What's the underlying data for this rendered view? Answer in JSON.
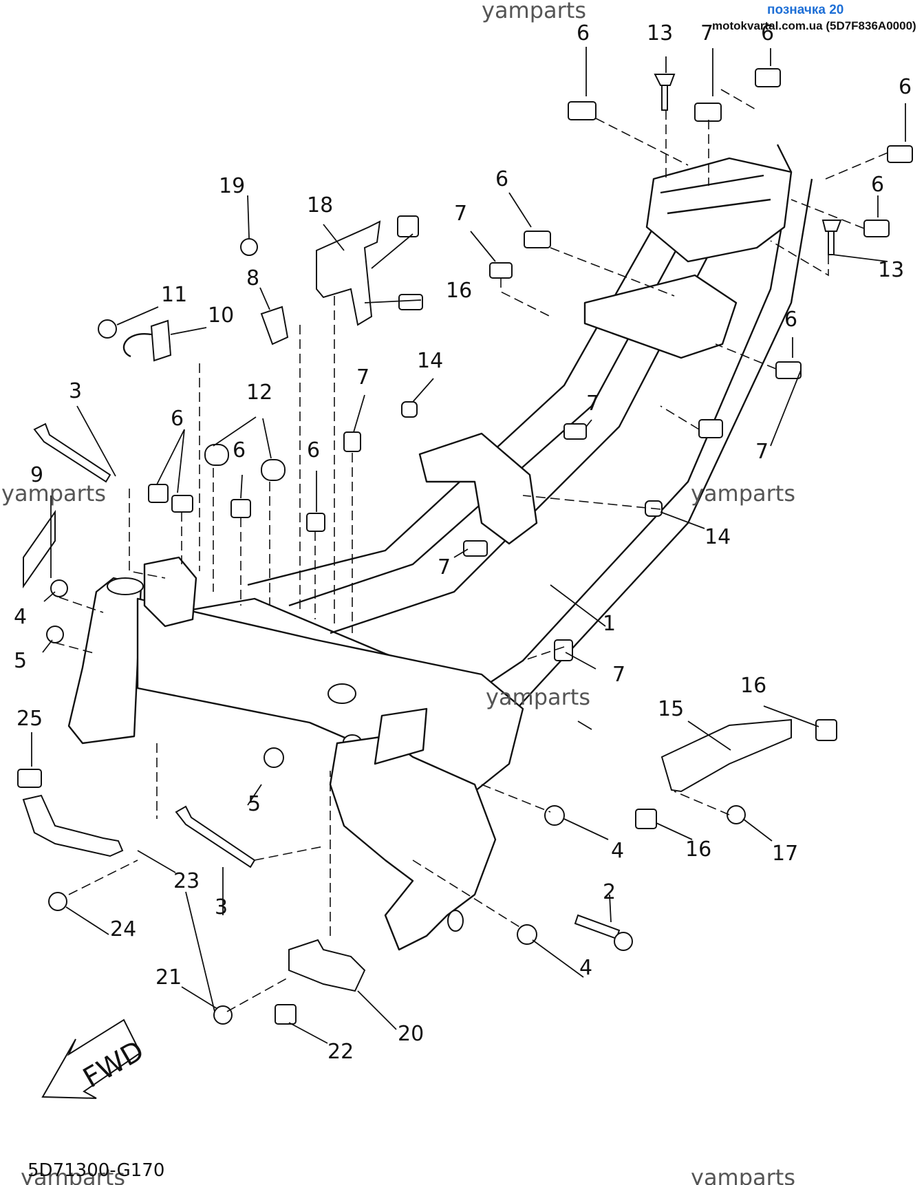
{
  "header": {
    "label": "позначка 20",
    "site": "motokvartal.com.ua (5D7F836A0000)"
  },
  "watermark": "yamparts",
  "part_code": "5D71300-G170",
  "fwd_arrow": "FWD",
  "callouts": [
    "1",
    "2",
    "3",
    "3",
    "4",
    "4",
    "4",
    "5",
    "5",
    "6",
    "6",
    "6",
    "6",
    "6",
    "6",
    "6",
    "6",
    "6",
    "7",
    "7",
    "7",
    "7",
    "7",
    "7",
    "7",
    "8",
    "9",
    "10",
    "11",
    "12",
    "13",
    "13",
    "14",
    "14",
    "15",
    "16",
    "16",
    "16",
    "17",
    "18",
    "19",
    "20",
    "21",
    "22",
    "23",
    "24",
    "25"
  ]
}
